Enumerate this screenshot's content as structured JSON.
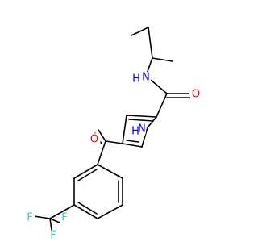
{
  "molecule": {
    "atoms": [
      {
        "id": "nh_amide",
        "text": "H"
      },
      {
        "id": "n_amide",
        "text": "N"
      },
      {
        "id": "o_amide",
        "text": "O"
      },
      {
        "id": "o_ketone",
        "text": "O"
      },
      {
        "id": "n_pyrrole",
        "text": "N"
      },
      {
        "id": "h_pyrrole",
        "text": "H"
      },
      {
        "id": "f_top",
        "text": "F"
      },
      {
        "id": "f_left",
        "text": "F"
      },
      {
        "id": "f_bottom",
        "text": "F"
      }
    ],
    "colors": {
      "nitrogen": "#0000ff",
      "oxygen": "#ff0000",
      "fluorine": "#33cccc",
      "bond": "#000000"
    }
  }
}
